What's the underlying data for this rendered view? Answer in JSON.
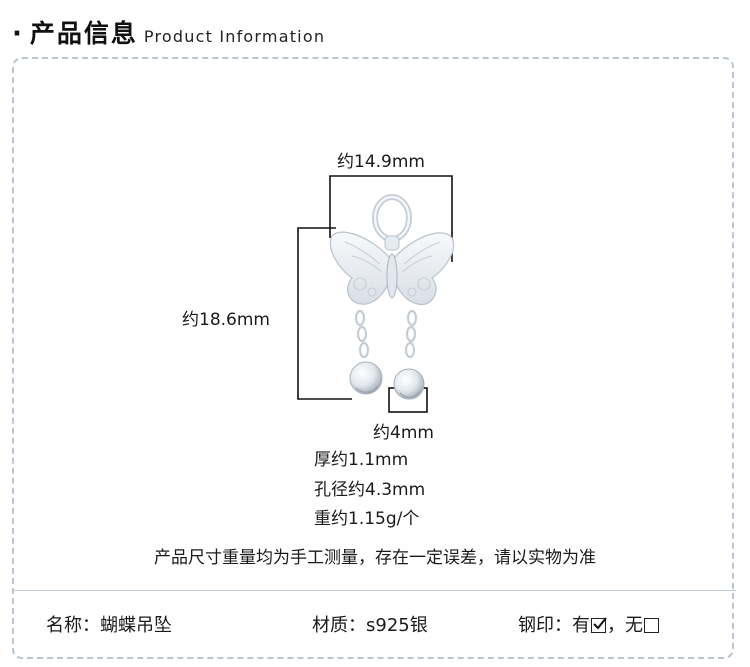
{
  "header": {
    "dot": "·",
    "title_cn": "产品信息",
    "title_en": "Product Information"
  },
  "dimensions": {
    "width": "约14.9mm",
    "height": "约18.6mm",
    "bell": "约4mm"
  },
  "specs": {
    "thickness": "厚约1.1mm",
    "hole": "孔径约4.3mm",
    "weight": "重约1.15g/个"
  },
  "note": "产品尺寸重量均为手工测量，存在一定误差，请以实物为准",
  "footer": {
    "name": "名称：蝴蝶吊坠",
    "material": "材质：s925银",
    "stamp_label": "钢印：有",
    "stamp_no": "，无",
    "stamp_yes_checked": true,
    "stamp_no_checked": false
  },
  "colors": {
    "frame_border": "#b9c6d2",
    "divider": "#c5cfd8",
    "silver": "#e8edf2",
    "silver_shadow": "#b9c2cc"
  },
  "icons": {
    "checked": "checkbox-checked-icon",
    "unchecked": "checkbox-unchecked-icon",
    "product": "butterfly-pendant-icon"
  }
}
